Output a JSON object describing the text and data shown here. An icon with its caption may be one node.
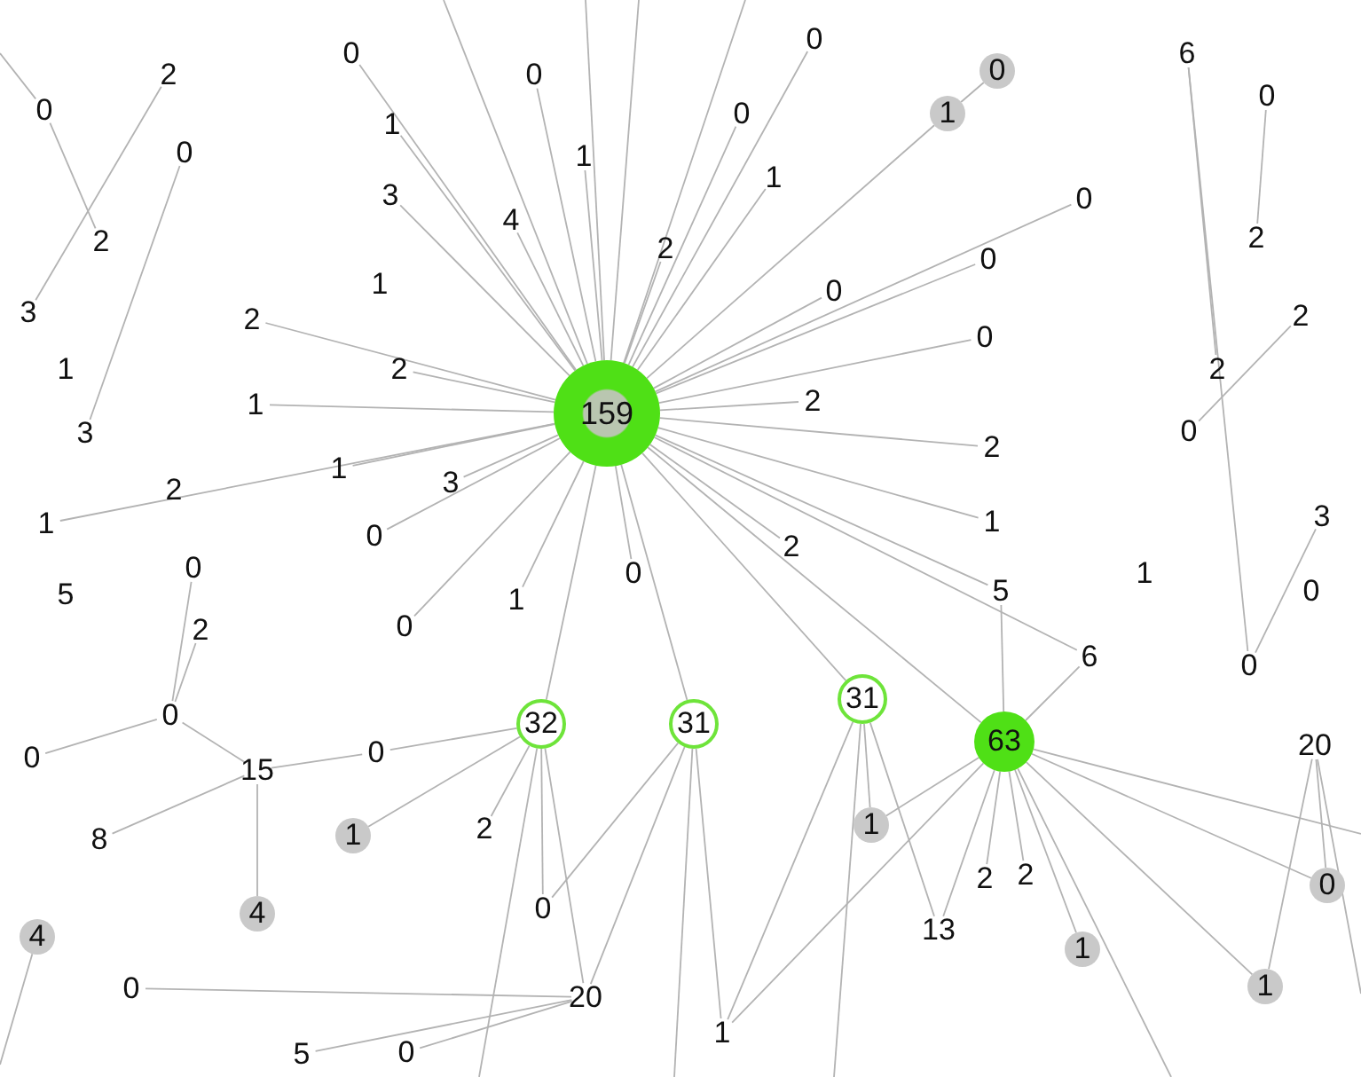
{
  "diagram": {
    "nodes": [
      {
        "text": [
          "0"
        ]
      },
      {
        "text": [
          "0"
        ]
      },
      {
        "text": [
          "6"
        ]
      },
      {
        "text": [
          "0"
        ]
      },
      {
        "text": [
          "0"
        ]
      },
      {
        "text": [
          "2"
        ]
      },
      {
        "text": [
          "0"
        ]
      },
      {
        "text": [
          "0"
        ]
      },
      {
        "text": [
          "0"
        ]
      },
      {
        "text": [
          "1"
        ]
      },
      {
        "text": [
          "1"
        ]
      },
      {
        "text": [
          "0"
        ]
      },
      {
        "text": [
          "1"
        ]
      },
      {
        "text": [
          "1"
        ]
      },
      {
        "text": [
          "3"
        ]
      },
      {
        "text": [
          "0"
        ]
      },
      {
        "text": [
          "4"
        ]
      },
      {
        "text": [
          "2"
        ]
      },
      {
        "text": [
          "2"
        ]
      },
      {
        "text": [
          "2"
        ]
      },
      {
        "text": [
          "0"
        ]
      },
      {
        "text": [
          "1"
        ]
      },
      {
        "text": [
          "0"
        ]
      },
      {
        "text": [
          "3"
        ]
      },
      {
        "text": [
          "2"
        ]
      },
      {
        "text": [
          "2"
        ]
      },
      {
        "text": [
          "0"
        ]
      },
      {
        "text": [
          "1"
        ]
      },
      {
        "text": [
          "2"
        ]
      },
      {
        "text": [
          "2"
        ]
      },
      {
        "text": [
          "2"
        ]
      },
      {
        "text": [
          "1"
        ]
      },
      {
        "text": [
          "159"
        ]
      },
      {
        "text": [
          "0"
        ]
      },
      {
        "text": [
          "3"
        ]
      },
      {
        "text": [
          "2"
        ]
      },
      {
        "text": [
          "1"
        ]
      },
      {
        "text": [
          "3"
        ]
      },
      {
        "text": [
          "2"
        ]
      },
      {
        "text": [
          "1"
        ]
      },
      {
        "text": [
          "3"
        ]
      },
      {
        "text": [
          "1"
        ]
      },
      {
        "text": [
          "0"
        ]
      },
      {
        "text": [
          "2"
        ]
      },
      {
        "text": [
          "0"
        ]
      },
      {
        "text": [
          "0"
        ]
      },
      {
        "text": [
          "1"
        ]
      },
      {
        "text": [
          "5"
        ]
      },
      {
        "text": [
          "0"
        ]
      },
      {
        "text": [
          "5"
        ]
      },
      {
        "text": [
          "1"
        ]
      },
      {
        "text": [
          "0"
        ]
      },
      {
        "text": [
          "2"
        ]
      },
      {
        "text": [
          "6"
        ]
      },
      {
        "text": [
          "0"
        ]
      },
      {
        "text": [
          "31"
        ]
      },
      {
        "text": [
          "0"
        ]
      },
      {
        "text": [
          "32"
        ]
      },
      {
        "text": [
          "31"
        ]
      },
      {
        "text": [
          "63"
        ]
      },
      {
        "text": [
          "20"
        ]
      },
      {
        "text": [
          "0"
        ]
      },
      {
        "text": [
          "0"
        ]
      },
      {
        "text": [
          "15"
        ]
      },
      {
        "text": [
          "2"
        ]
      },
      {
        "text": [
          "1"
        ]
      },
      {
        "text": [
          "1"
        ]
      },
      {
        "text": [
          "8"
        ]
      },
      {
        "text": [
          "2"
        ]
      },
      {
        "text": [
          "2"
        ]
      },
      {
        "text": [
          "0"
        ]
      },
      {
        "text": [
          "0"
        ]
      },
      {
        "text": [
          "4"
        ]
      },
      {
        "text": [
          "13"
        ]
      },
      {
        "text": [
          "4"
        ]
      },
      {
        "text": [
          "1"
        ]
      },
      {
        "text": [
          "1"
        ]
      },
      {
        "text": [
          "0"
        ]
      },
      {
        "text": [
          "20"
        ]
      },
      {
        "text": [
          "1"
        ]
      },
      {
        "text": [
          "0"
        ]
      },
      {
        "text": [
          "5"
        ]
      }
    ],
    "edges": [
      {
        "from": 32,
        "to": 0,
        "arrow": "none"
      },
      {
        "from": 32,
        "to": 1,
        "arrow": "none"
      },
      {
        "from": 32,
        "to": 4,
        "arrow": "none"
      },
      {
        "from": 32,
        "to": 8,
        "arrow": "none"
      },
      {
        "from": 32,
        "to": 10,
        "arrow": "none"
      },
      {
        "from": 32,
        "to": 12,
        "arrow": "none"
      },
      {
        "from": 32,
        "to": 13,
        "arrow": "none"
      },
      {
        "from": 32,
        "to": 14,
        "arrow": "none"
      },
      {
        "from": 32,
        "to": 16,
        "arrow": "none"
      },
      {
        "from": 32,
        "to": 19,
        "arrow": "none"
      },
      {
        "from": 32,
        "to": 22,
        "arrow": "none"
      },
      {
        "from": 32,
        "to": 28,
        "arrow": "none"
      },
      {
        "from": 32,
        "to": 30,
        "arrow": "none"
      },
      {
        "from": 32,
        "to": 36,
        "arrow": "none"
      },
      {
        "from": 32,
        "to": 37,
        "arrow": "none"
      },
      {
        "from": 32,
        "to": 43,
        "arrow": "none"
      },
      {
        "from": 32,
        "to": 45,
        "arrow": "none"
      },
      {
        "from": 32,
        "to": 50,
        "arrow": "none"
      },
      {
        "from": 32,
        "to": 20,
        "arrow": "none"
      },
      {
        "from": 32,
        "to": 26,
        "arrow": "none"
      },
      {
        "from": 32,
        "to": 35,
        "arrow": "none"
      },
      {
        "from": 32,
        "to": 39,
        "arrow": "none"
      },
      {
        "from": 32,
        "to": 15,
        "arrow": "none"
      },
      {
        "from": 32,
        "to": 53,
        "arrow": "none"
      },
      {
        "from": 32,
        "to": 57,
        "arrow": "none"
      },
      {
        "from": 32,
        "to": 58,
        "arrow": "none"
      },
      {
        "from": 32,
        "to": 55,
        "arrow": "none"
      },
      {
        "from": 32,
        "to": 59,
        "arrow": "none"
      },
      {
        "from": 32,
        "to": 25,
        "arrow": "none"
      },
      {
        "from": 32,
        "to": 31,
        "arrow": "none"
      },
      {
        "from": 32,
        "to": 41,
        "arrow": "none"
      },
      {
        "from": 9,
        "to": 3,
        "arrow": "none"
      },
      {
        "from": 32,
        "to": 9,
        "arrow": "none"
      },
      {
        "from": 32,
        "to": 42,
        "arrow": "none"
      },
      {
        "from": 32,
        "to": 51,
        "arrow": "none"
      },
      {
        "from": 32,
        "to": 47,
        "arrow": "none"
      },
      {
        "from": 59,
        "to": 69,
        "arrow": "none"
      },
      {
        "from": 59,
        "to": 68,
        "arrow": "none"
      },
      {
        "from": 59,
        "to": 73,
        "arrow": "none"
      },
      {
        "from": 59,
        "to": 75,
        "arrow": "none"
      },
      {
        "from": 59,
        "to": 65,
        "arrow": "none"
      },
      {
        "from": 59,
        "to": 53,
        "arrow": "none"
      },
      {
        "from": 59,
        "to": 47,
        "arrow": "none"
      },
      {
        "from": 59,
        "to": 70,
        "arrow": "none"
      },
      {
        "from": 59,
        "to": 76,
        "arrow": "none"
      },
      {
        "from": 59,
        "to": 79,
        "arrow": "none"
      },
      {
        "from": 57,
        "to": 78,
        "arrow": "none"
      },
      {
        "from": 57,
        "to": 71,
        "arrow": "none"
      },
      {
        "from": 57,
        "to": 64,
        "arrow": "none"
      },
      {
        "from": 57,
        "to": 66,
        "arrow": "none"
      },
      {
        "from": 57,
        "to": 61,
        "arrow": "none"
      },
      {
        "from": 58,
        "to": 79,
        "arrow": "none"
      },
      {
        "from": 58,
        "to": 78,
        "arrow": "none"
      },
      {
        "from": 58,
        "to": 71,
        "arrow": "none"
      },
      {
        "from": 55,
        "to": 65,
        "arrow": "none"
      },
      {
        "from": 55,
        "to": 73,
        "arrow": "none"
      },
      {
        "from": 55,
        "to": 79,
        "arrow": "none"
      },
      {
        "from": 63,
        "to": 56,
        "arrow": "none"
      },
      {
        "from": 63,
        "to": 67,
        "arrow": "none"
      },
      {
        "from": 63,
        "to": 72,
        "arrow": "none"
      },
      {
        "from": 63,
        "to": 61,
        "arrow": "none"
      },
      {
        "from": 56,
        "to": 52,
        "arrow": "none"
      },
      {
        "from": 56,
        "to": 44,
        "arrow": "none"
      },
      {
        "from": 56,
        "to": 62,
        "arrow": "none"
      },
      {
        "from": 2,
        "to": 29,
        "arrow": "none"
      },
      {
        "from": 2,
        "to": 54,
        "arrow": "none"
      },
      {
        "from": 60,
        "to": 70,
        "arrow": "none"
      },
      {
        "from": 60,
        "to": 76,
        "arrow": "none"
      },
      {
        "from": 78,
        "to": 77,
        "arrow": "none"
      },
      {
        "from": 78,
        "to": 80,
        "arrow": "none"
      },
      {
        "from": 78,
        "to": 81,
        "arrow": "none"
      },
      {
        "from": 5,
        "to": 23,
        "arrow": "none"
      },
      {
        "from": 7,
        "to": 18,
        "arrow": "none"
      },
      {
        "from": 11,
        "to": 34,
        "arrow": "none"
      },
      {
        "from": 40,
        "to": 54,
        "arrow": "none"
      },
      {
        "from": 24,
        "to": 33,
        "arrow": "none"
      },
      {
        "from": 6,
        "to": 17,
        "arrow": "none"
      },
      {
        "from": 32,
        "to": null,
        "arrow": "none"
      },
      {
        "from": 32,
        "to": null,
        "arrow": "none"
      },
      {
        "from": 32,
        "to": null,
        "arrow": "none"
      },
      {
        "from": 32,
        "to": null,
        "arrow": "none"
      },
      {
        "from": 59,
        "to": null,
        "arrow": "none"
      },
      {
        "from": 59,
        "to": null,
        "arrow": "none"
      },
      {
        "from": 57,
        "to": null,
        "arrow": "none"
      },
      {
        "from": 58,
        "to": null,
        "arrow": "none"
      },
      {
        "from": 55,
        "to": null,
        "arrow": "none"
      },
      {
        "from": 60,
        "to": null,
        "arrow": "none"
      },
      {
        "from": 74,
        "to": null,
        "arrow": "none"
      },
      {
        "from": 7,
        "to": null,
        "arrow": "none"
      }
    ]
  }
}
